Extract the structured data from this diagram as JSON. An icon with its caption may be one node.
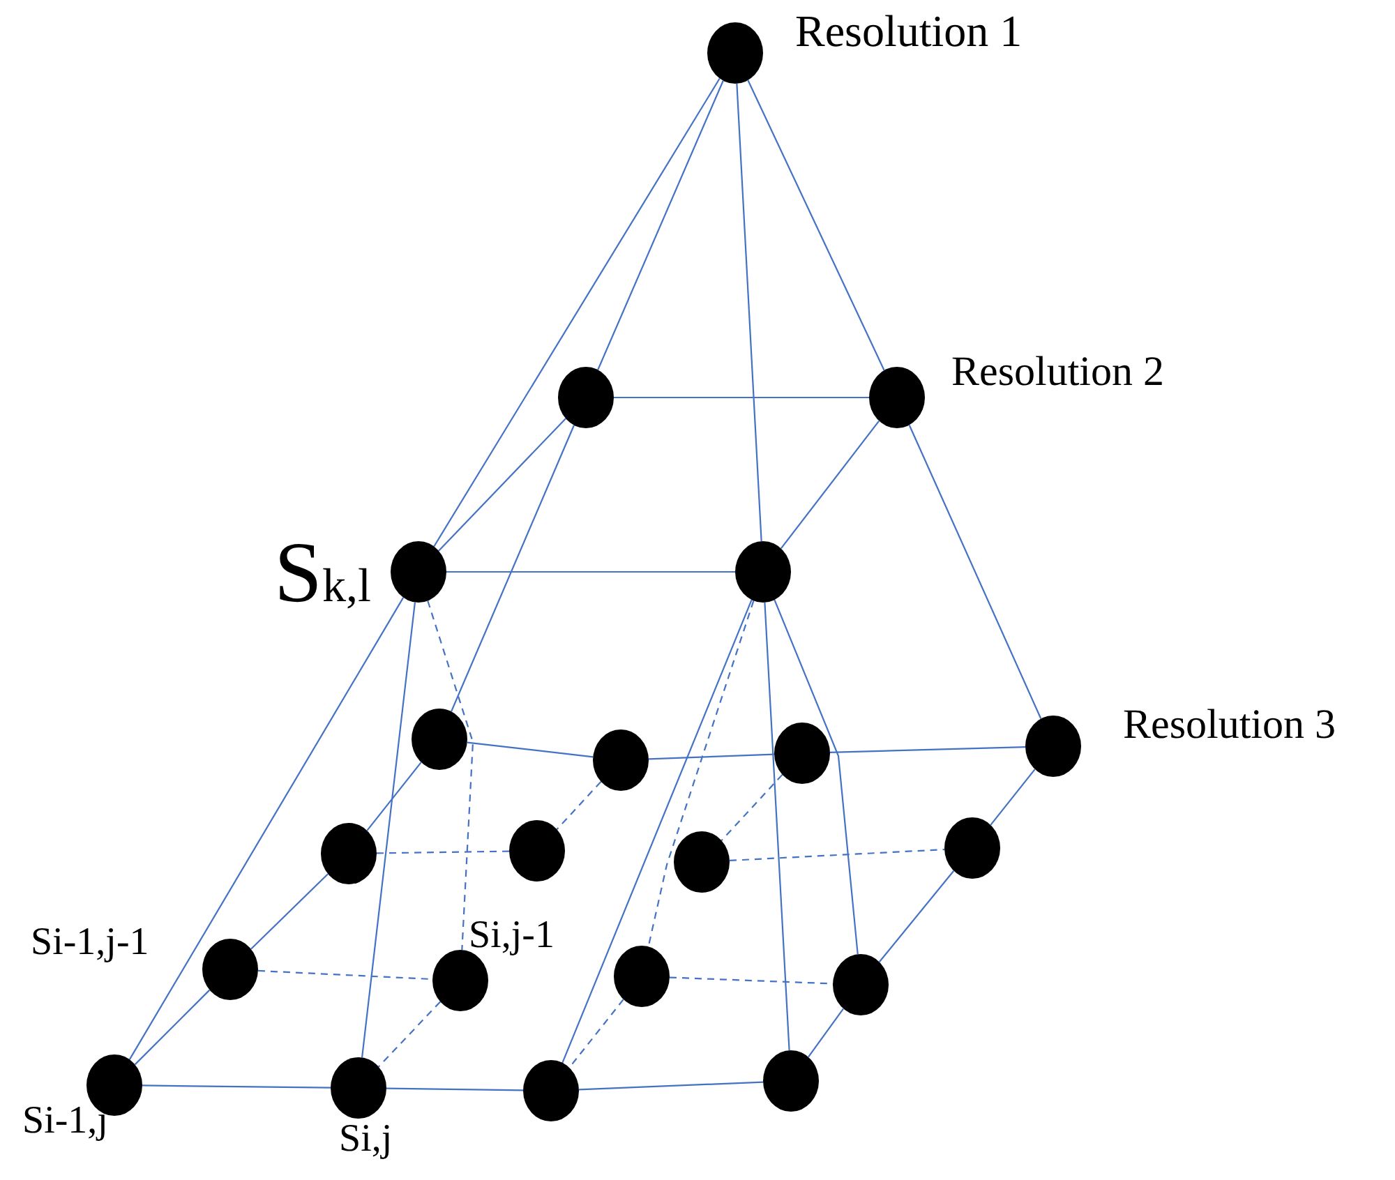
{
  "diagram": {
    "nodes": [
      {
        "text": [],
        "shape": "circle",
        "beside": [
          "Resolution 1"
        ]
      },
      {
        "text": [],
        "shape": "circle"
      },
      {
        "text": [],
        "shape": "circle",
        "beside": [
          "Resolution 2"
        ]
      },
      {
        "text": [],
        "shape": "circle",
        "beside": [
          "S$_{k,l}$"
        ]
      },
      {
        "text": [],
        "shape": "circle"
      },
      {
        "text": [],
        "shape": "circle"
      },
      {
        "text": [],
        "shape": "circle"
      },
      {
        "text": [],
        "shape": "circle"
      },
      {
        "text": [],
        "shape": "circle",
        "beside": [
          "Resolution 3"
        ]
      },
      {
        "text": [],
        "shape": "circle"
      },
      {
        "text": [],
        "shape": "circle"
      },
      {
        "text": [],
        "shape": "circle"
      },
      {
        "text": [],
        "shape": "circle"
      },
      {
        "text": [],
        "shape": "circle",
        "beside": [
          "Si-1,j-1"
        ]
      },
      {
        "text": [],
        "shape": "circle",
        "beside": [
          "Si,j-1"
        ]
      },
      {
        "text": [],
        "shape": "circle"
      },
      {
        "text": [],
        "shape": "circle"
      },
      {
        "text": [],
        "shape": "circle",
        "beside": [
          "Si-1,j"
        ]
      },
      {
        "text": [],
        "shape": "circle",
        "beside": [
          "Si,j"
        ]
      },
      {
        "text": [],
        "shape": "circle"
      },
      {
        "text": [],
        "shape": "circle"
      }
    ],
    "edges": [
      {
        "from": 0,
        "to": 1,
        "arrow": "none"
      },
      {
        "from": 0,
        "to": 2,
        "arrow": "none"
      },
      {
        "from": 0,
        "to": 3,
        "arrow": "none"
      },
      {
        "from": 0,
        "to": 4,
        "arrow": "none"
      },
      {
        "from": 1,
        "to": 2,
        "arrow": "none"
      },
      {
        "from": 1,
        "to": 3,
        "arrow": "none"
      },
      {
        "from": 1,
        "to": 5,
        "arrow": "none"
      },
      {
        "from": 2,
        "to": 4,
        "arrow": "none"
      },
      {
        "from": 2,
        "to": 8,
        "arrow": "none"
      },
      {
        "from": 3,
        "to": 4,
        "arrow": "none"
      },
      {
        "from": 3,
        "to": 17,
        "arrow": "none"
      },
      {
        "from": 3,
        "to": 18,
        "arrow": "none"
      },
      {
        "from": 3,
        "to": 14,
        "arrow": "none",
        "style": "dashed"
      },
      {
        "from": 4,
        "to": 19,
        "arrow": "none"
      },
      {
        "from": 4,
        "to": 15,
        "arrow": "none",
        "style": "dashed"
      },
      {
        "from": 4,
        "to": 20,
        "arrow": "none"
      },
      {
        "from": 4,
        "to": 16,
        "arrow": "none"
      },
      {
        "from": 5,
        "to": 6,
        "arrow": "none"
      },
      {
        "from": 6,
        "to": 7,
        "arrow": "none"
      },
      {
        "from": 7,
        "to": 8,
        "arrow": "none"
      },
      {
        "from": 5,
        "to": 9,
        "arrow": "none"
      },
      {
        "from": 9,
        "to": 13,
        "arrow": "none"
      },
      {
        "from": 13,
        "to": 17,
        "arrow": "none"
      },
      {
        "from": 8,
        "to": 12,
        "arrow": "none"
      },
      {
        "from": 12,
        "to": 16,
        "arrow": "none"
      },
      {
        "from": 16,
        "to": 20,
        "arrow": "none"
      },
      {
        "from": 17,
        "to": 18,
        "arrow": "none"
      },
      {
        "from": 18,
        "to": 19,
        "arrow": "none"
      },
      {
        "from": 19,
        "to": 20,
        "arrow": "none"
      },
      {
        "from": 9,
        "to": 10,
        "arrow": "none",
        "style": "dashed"
      },
      {
        "from": 13,
        "to": 14,
        "arrow": "none",
        "style": "dashed"
      },
      {
        "from": 6,
        "to": 10,
        "arrow": "none",
        "style": "dashed"
      },
      {
        "from": 14,
        "to": 18,
        "arrow": "none",
        "style": "dashed"
      },
      {
        "from": 7,
        "to": 11,
        "arrow": "none",
        "style": "dashed"
      },
      {
        "from": 11,
        "to": 12,
        "arrow": "none",
        "style": "dashed"
      },
      {
        "from": 15,
        "to": 16,
        "arrow": "none",
        "style": "dashed"
      },
      {
        "from": 15,
        "to": 19,
        "arrow": "none",
        "style": "dashed"
      }
    ]
  }
}
